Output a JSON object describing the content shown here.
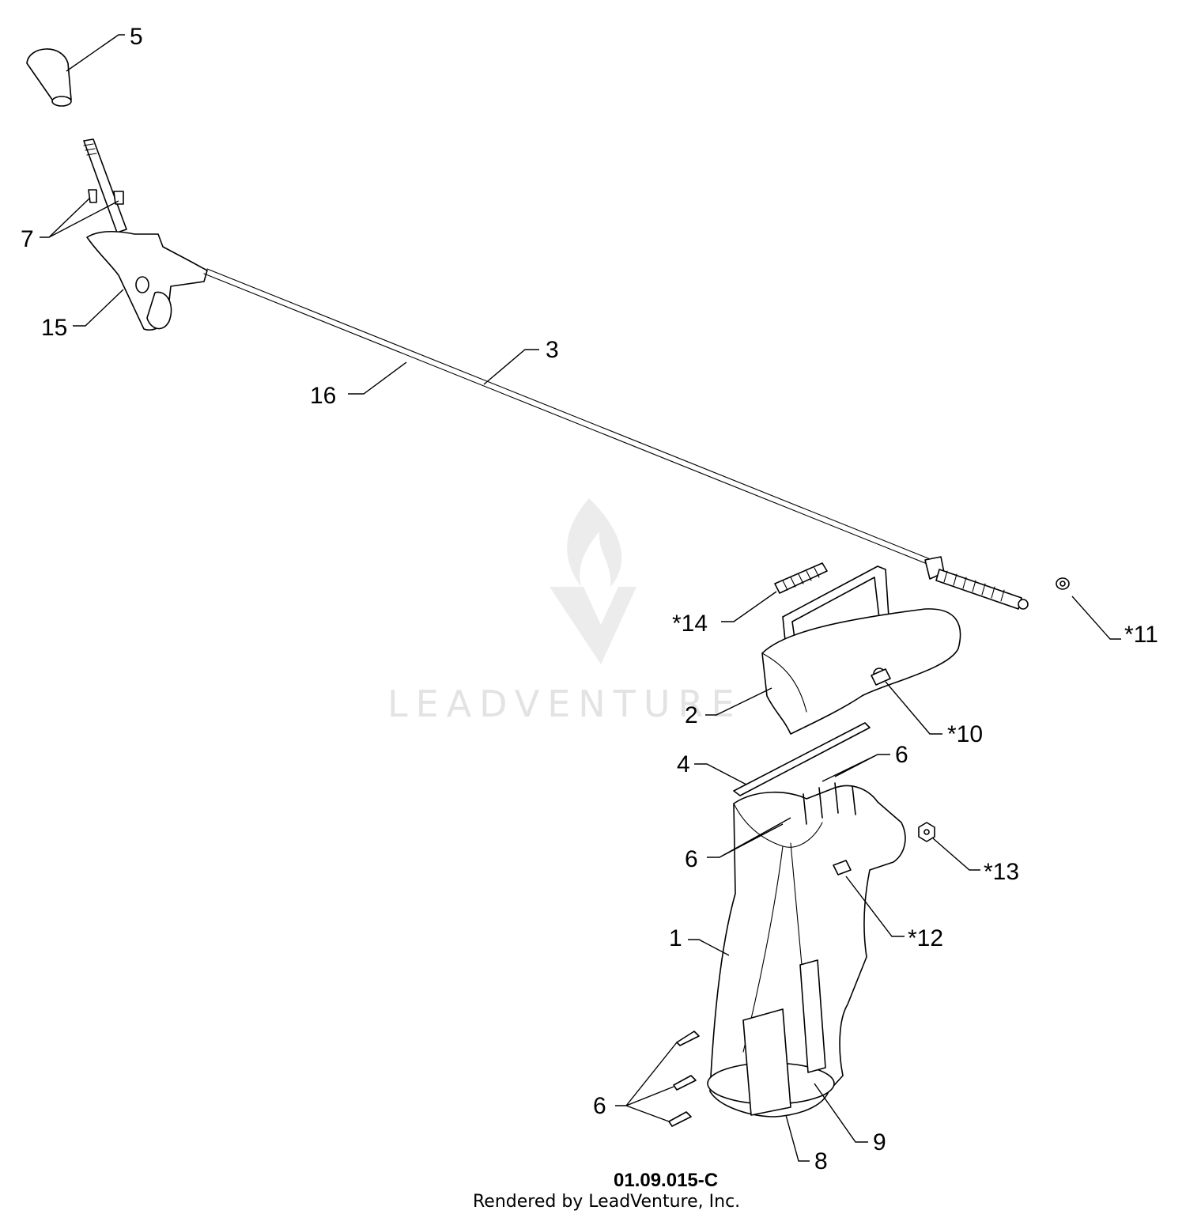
{
  "callouts": [
    {
      "label": "5"
    },
    {
      "label": "7"
    },
    {
      "label": "15"
    },
    {
      "label": "16"
    },
    {
      "label": "3"
    },
    {
      "label": "*14"
    },
    {
      "label": "*11"
    },
    {
      "label": "2"
    },
    {
      "label": "*10"
    },
    {
      "label": "4"
    },
    {
      "label": "6"
    },
    {
      "label": "6"
    },
    {
      "label": "*13"
    },
    {
      "label": "*12"
    },
    {
      "label": "1"
    },
    {
      "label": "6"
    },
    {
      "label": "9"
    },
    {
      "label": "8"
    }
  ],
  "drawing_number": "01.09.015-C",
  "credit": "Rendered by LeadVenture, Inc.",
  "watermark": "LEADVENTURE"
}
